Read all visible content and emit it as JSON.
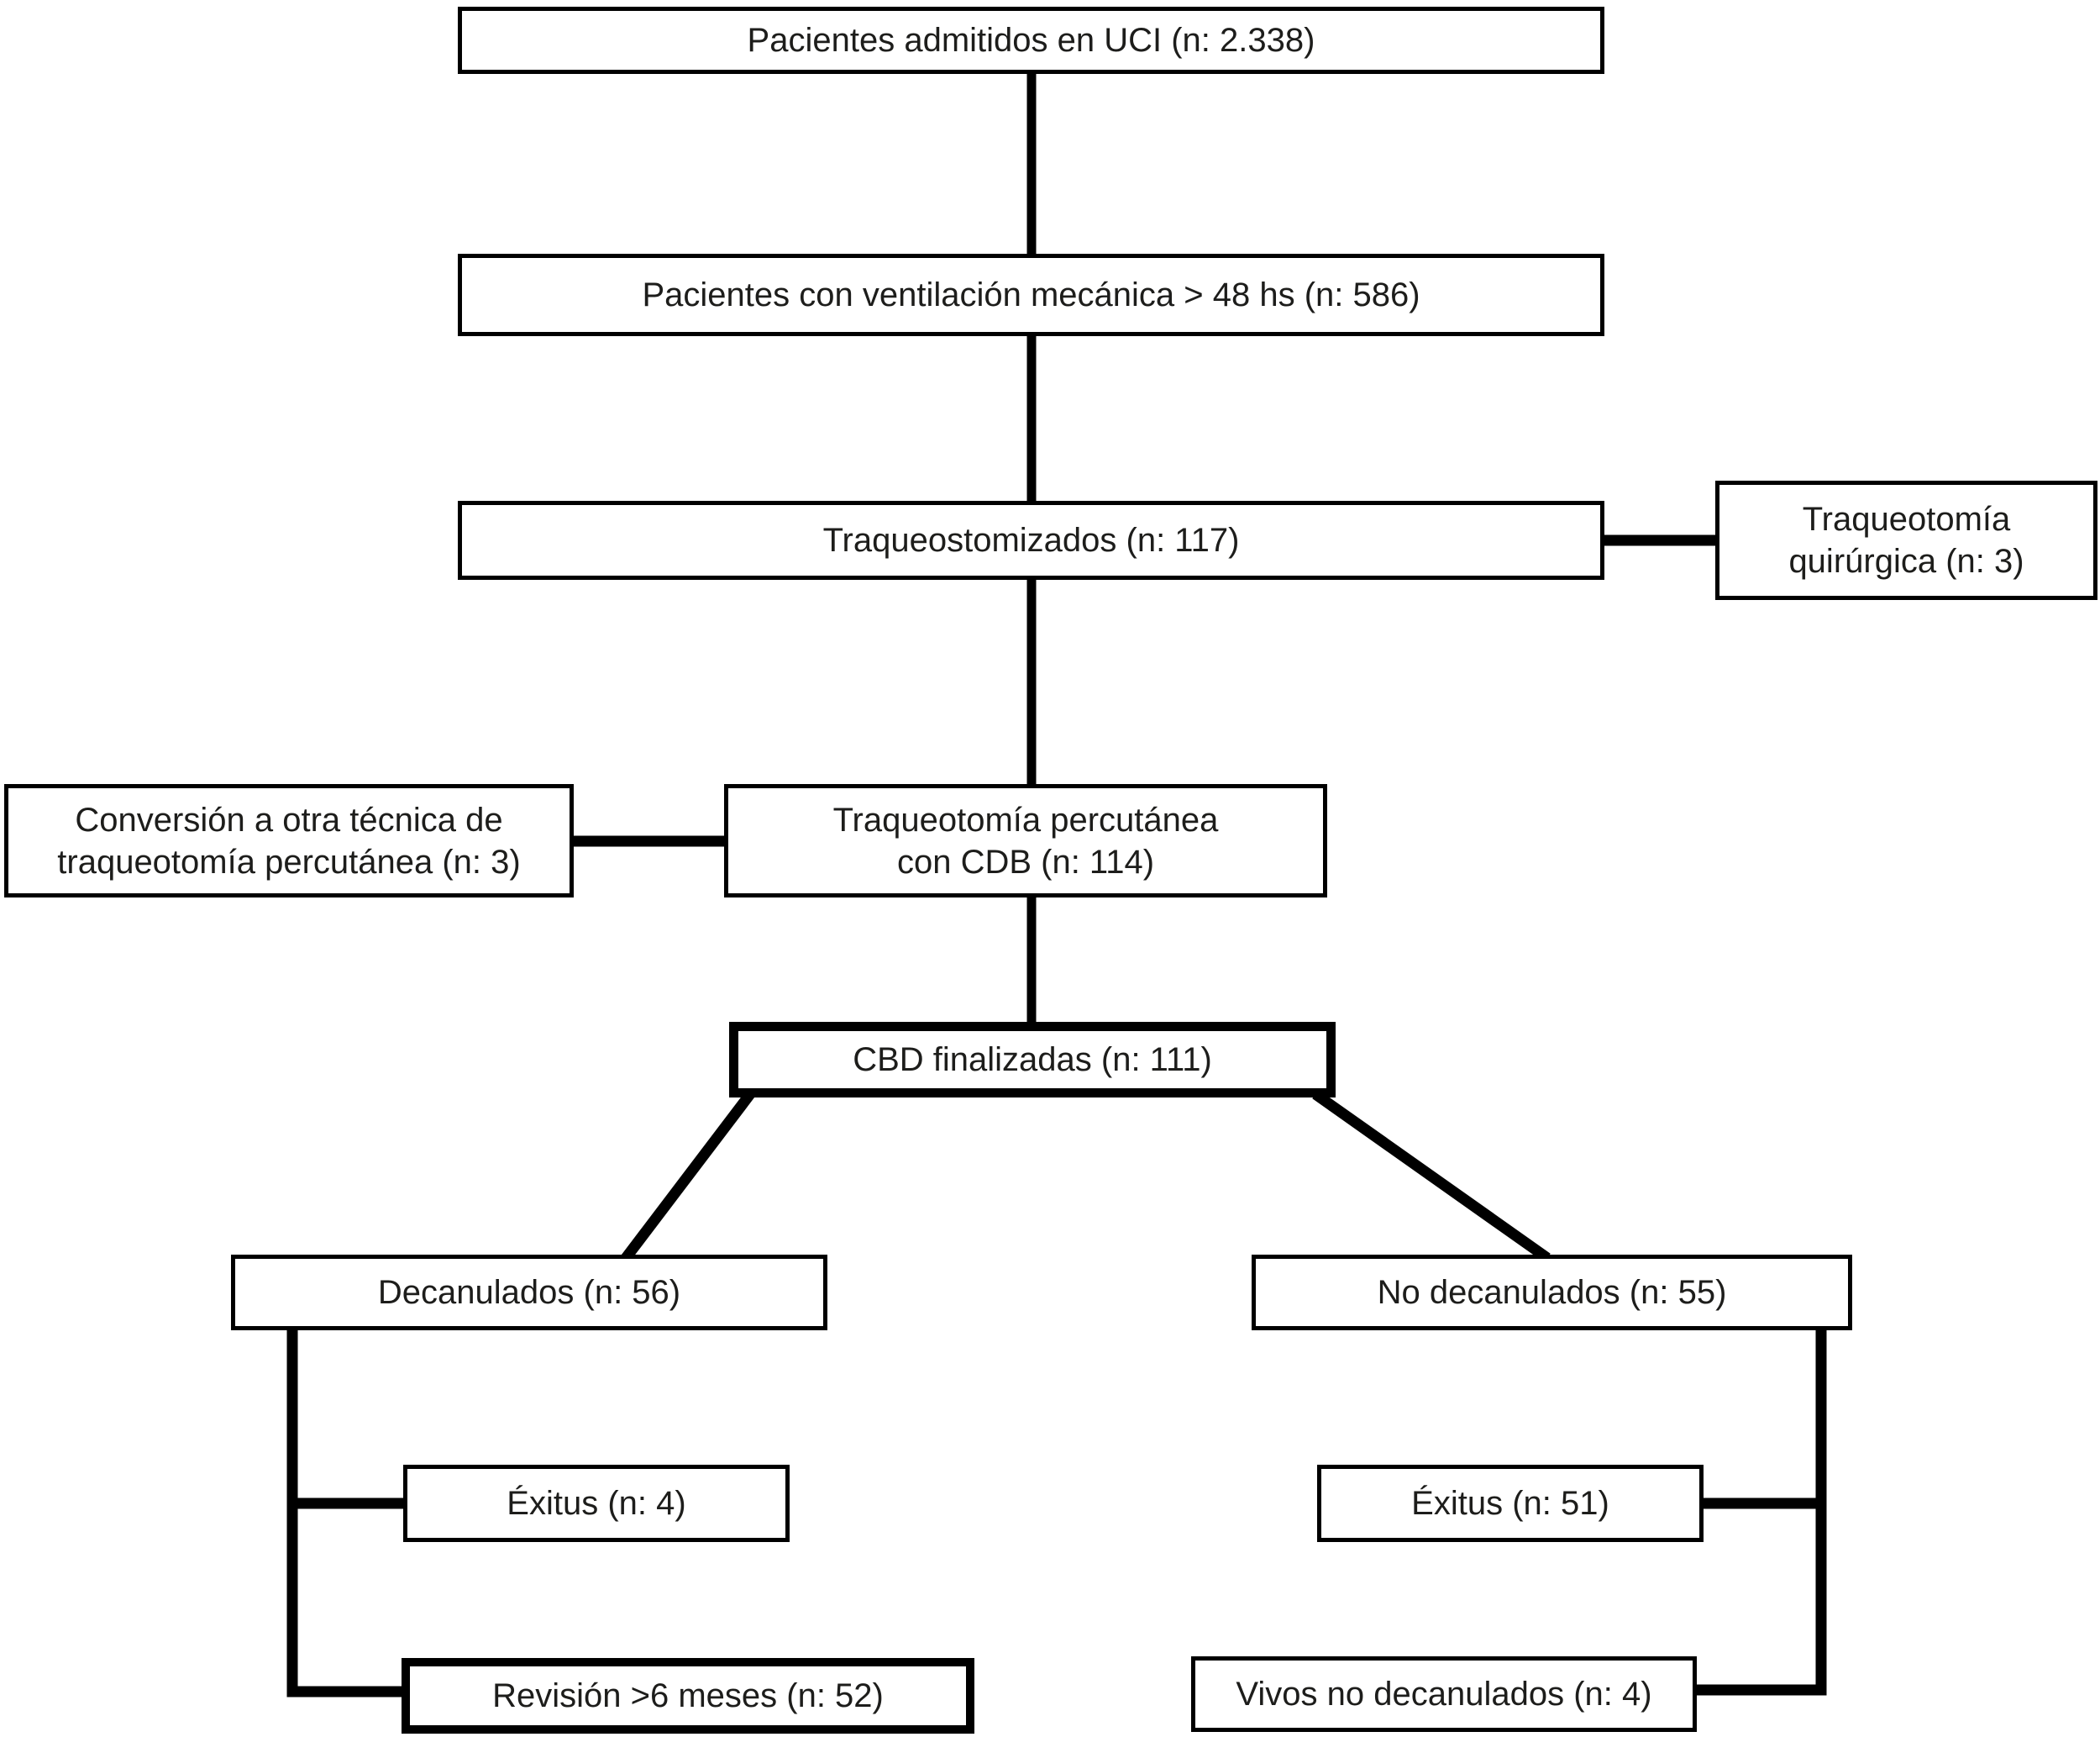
{
  "diagram": {
    "language": "es",
    "background": "#ffffff",
    "line_color": "#000000",
    "text_color": "#1d1d1b",
    "nodes": {
      "uci": {
        "lines": [
          "Pacientes admitidos en UCI (n: 2.338)"
        ],
        "n": "2.338"
      },
      "ventilacion": {
        "lines": [
          "Pacientes con ventilación mecánica > 48 hs (n: 586)"
        ],
        "n": "586"
      },
      "traqueostomizados": {
        "lines": [
          "Traqueostomizados (n: 117)"
        ],
        "n": "117"
      },
      "traqueotomia_quirurgica": {
        "lines": [
          "Traqueotomía",
          "quirúrgica (n: 3)"
        ],
        "n": "3"
      },
      "conversion_otra_tecnica": {
        "lines": [
          "Conversión a otra técnica de",
          "traqueotomía percutánea (n: 3)"
        ],
        "n": "3"
      },
      "traqueotomia_percutanea_cdb": {
        "lines": [
          "Traqueotomía percutánea",
          "con CDB (n: 114)"
        ],
        "n": "114"
      },
      "cbd_finalizadas": {
        "lines": [
          "CBD finalizadas (n: 111)"
        ],
        "n": "111"
      },
      "decanulados": {
        "lines": [
          "Decanulados (n: 56)"
        ],
        "n": "56"
      },
      "no_decanulados": {
        "lines": [
          "No decanulados (n: 55)"
        ],
        "n": "55"
      },
      "exitus_decanulados": {
        "lines": [
          "Éxitus (n: 4)"
        ],
        "n": "4"
      },
      "exitus_no_decanulados": {
        "lines": [
          "Éxitus (n: 51)"
        ],
        "n": "51"
      },
      "revision_6_meses": {
        "lines": [
          "Revisión >6 meses (n: 52)"
        ],
        "n": "52"
      },
      "vivos_no_decanulados": {
        "lines": [
          "Vivos no decanulados (n: 4)"
        ],
        "n": "4"
      }
    }
  }
}
